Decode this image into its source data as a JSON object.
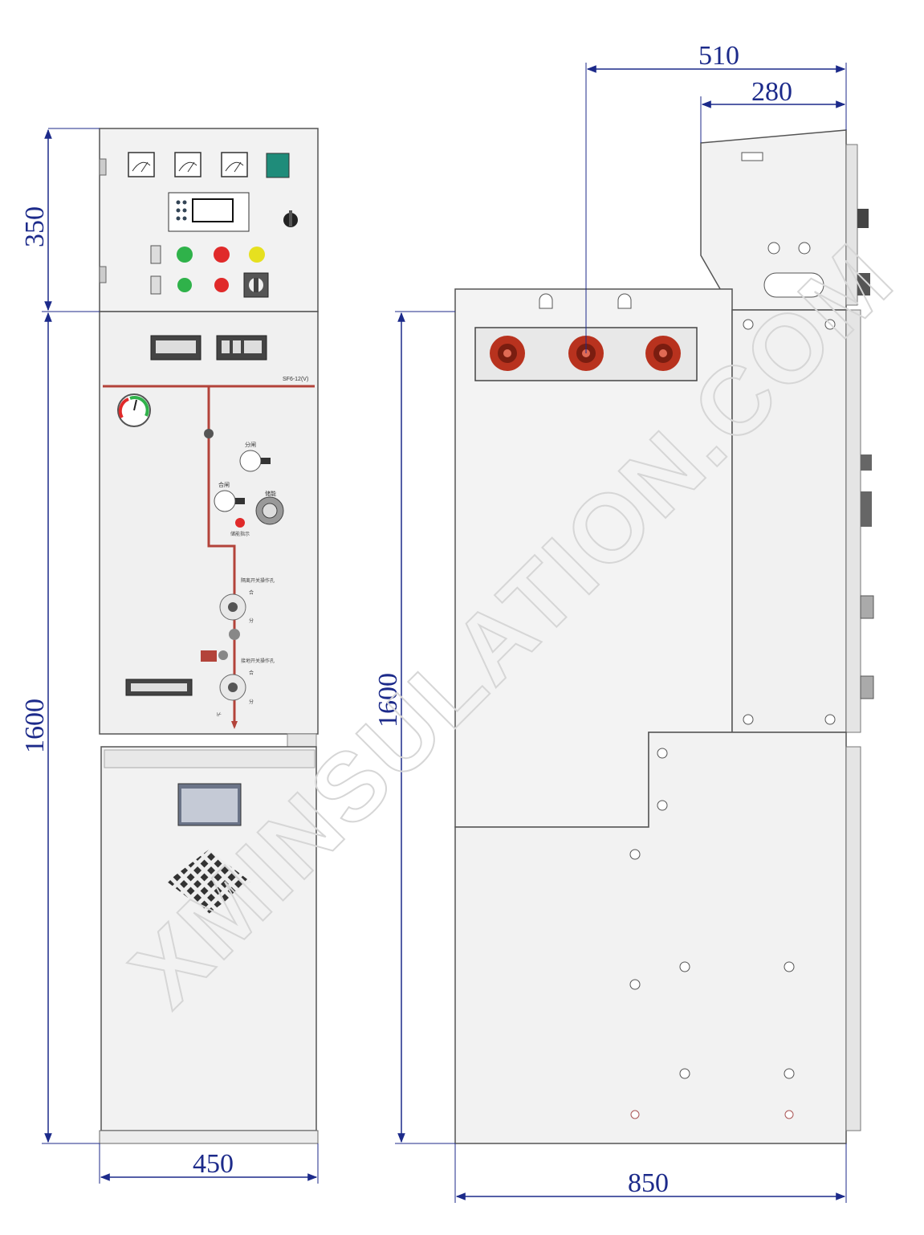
{
  "dimensions": {
    "front_width": "450",
    "front_upper_height": "350",
    "front_lower_height": "1600",
    "side_depth": "850",
    "side_top_depth": "510",
    "side_top_box_depth": "280",
    "side_height": "1600"
  },
  "front_panel": {
    "model_label": "SF6-12(V)",
    "labels": {
      "open": "分闸",
      "close": "合闸",
      "energy_storage": "储能",
      "energy_indicator": "储能指示",
      "isolator_hole": "隔离开关操作孔",
      "earthing_hole": "接地开关操作孔",
      "he": "合",
      "fen": "分"
    }
  },
  "watermark": "XMINSULATION.COM",
  "colors": {
    "dimension": "#1c2a8a",
    "busbar": "#b3433a",
    "indicator_green": "#2fb24a",
    "indicator_red": "#e02a2a",
    "indicator_yellow": "#e6e01f",
    "bushing": "#b8321e"
  }
}
